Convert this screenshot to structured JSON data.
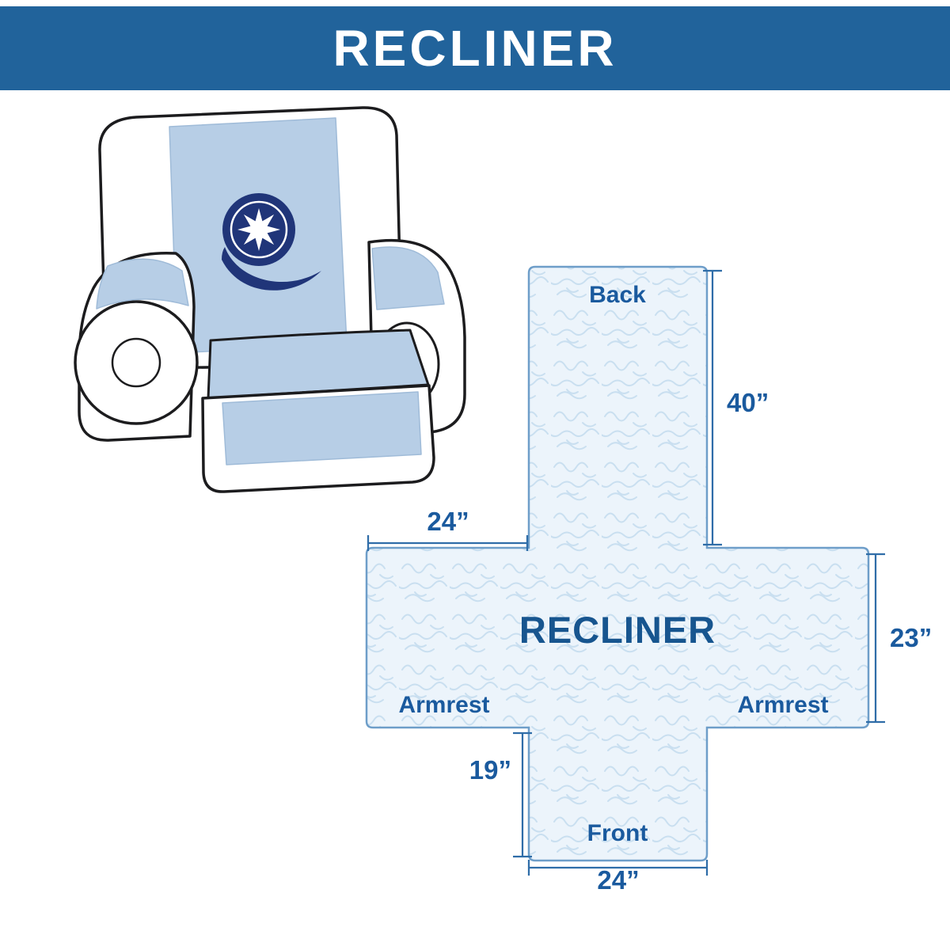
{
  "header": {
    "title": "RECLINER"
  },
  "chair": {
    "logo_icon": "starburst-q-logo"
  },
  "diagram": {
    "center_label": "RECLINER",
    "sections": {
      "back": "Back",
      "front": "Front",
      "armrest_left": "Armrest",
      "armrest_right": "Armrest"
    },
    "dims": {
      "back_height": "40”",
      "armrest_width": "24”",
      "armrest_height": "23”",
      "front_height": "19”",
      "front_width": "24”"
    }
  },
  "colors": {
    "header_bg": "#21639B",
    "label_blue": "#1A5A9E",
    "cover_fill": "#ECF4FB",
    "cover_border": "#6E9EC9",
    "pattern_line": "#C9DFF0",
    "chair_cover": "#B7CEE6",
    "logo_navy": "#203579",
    "outline_black": "#1C1C1E"
  }
}
